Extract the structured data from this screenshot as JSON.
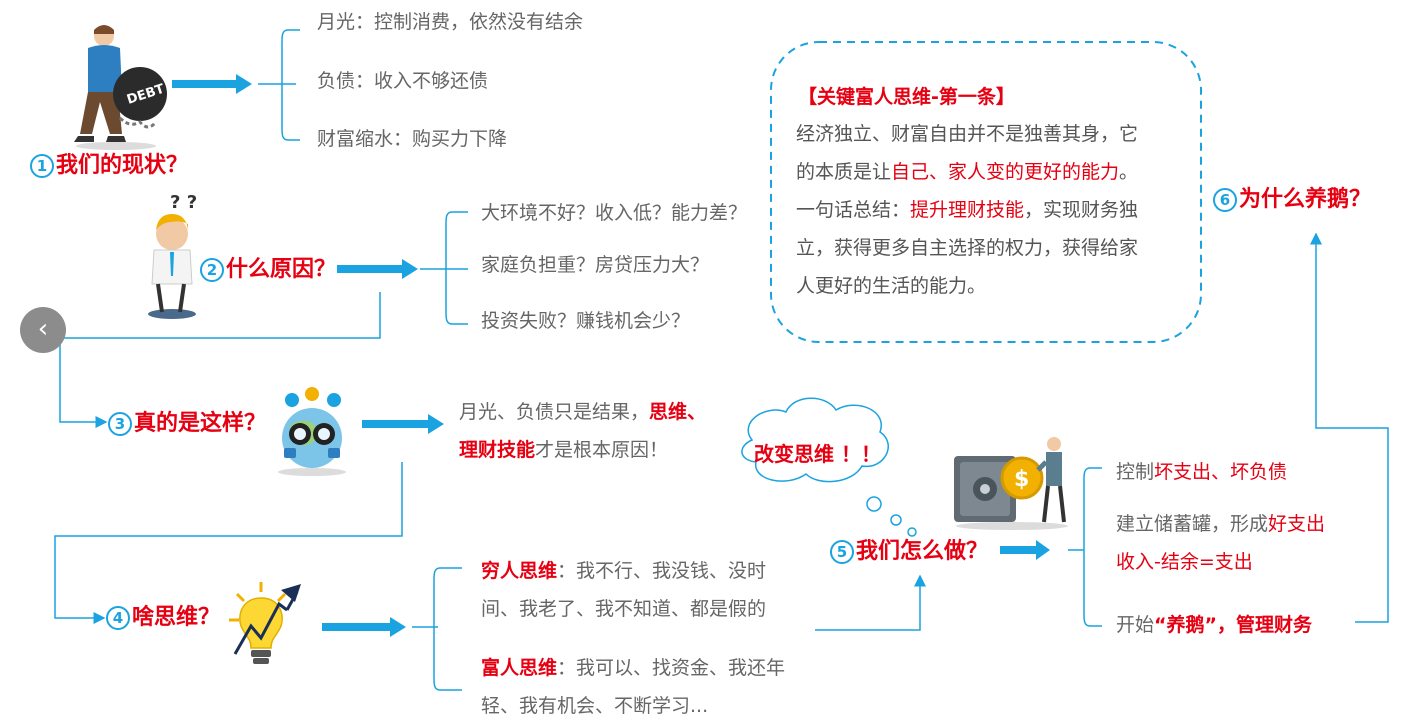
{
  "steps": {
    "s1": {
      "num": "1",
      "label": "我们的现状？"
    },
    "s2": {
      "num": "2",
      "label": "什么原因？"
    },
    "s3": {
      "num": "3",
      "label": "真的是这样？"
    },
    "s4": {
      "num": "4",
      "label": "啥思维？"
    },
    "s5": {
      "num": "5",
      "label": "我们怎么做？"
    },
    "s6": {
      "num": "6",
      "label": "为什么养鹅？"
    }
  },
  "status": {
    "i1": "月光：控制消费，依然没有结余",
    "i2": "负债：收入不够还债",
    "i3": "财富缩水：购买力下降"
  },
  "reasons": {
    "i1": "大环境不好？收入低？能力差？",
    "i2": "家庭负担重？房贷压力大？",
    "i3": "投资失败？赚钱机会少？"
  },
  "truth": {
    "p1": "月光、负债只是结果，",
    "p1_red": "思维、",
    "p2_red": "理财技能",
    "p2": "才是根本原因！"
  },
  "mindset": {
    "poor_label": "穷人思维",
    "poor_line1": "：我不行、我没钱、没时",
    "poor_line2": "间、我老了、我不知道、都是假的",
    "rich_label": "富人思维",
    "rich_line1": "：我可以、找资金、我还年",
    "rich_line2": "轻、我有机会、不断学习..."
  },
  "cloud": {
    "text": "改变思维 ！！"
  },
  "actions": {
    "a1_prefix": "控制",
    "a1_red": "坏支出、坏负债",
    "a2_prefix": "建立储蓄罐，形成",
    "a2_red": "好支出",
    "a2_line2": "收入-结余=支出",
    "a3_prefix": "开始",
    "a3_red": "“养鹅”，管理财务"
  },
  "keybox": {
    "title": "【关键富人思维-第一条】",
    "l1": "经济独立、财富自由并不是独善其身，它",
    "l2_a": "的本质是让",
    "l2_red": "自己、家人变的更好的能力",
    "l2_b": "。",
    "l3_a": "一句话总结：",
    "l3_red": "提升理财技能",
    "l3_b": "，实现财务独",
    "l4": "立，获得更多自主选择的权力，获得给家",
    "l5": "人更好的生活的能力。"
  },
  "illustrations": {
    "debt_ball_text": "DEBT",
    "question_marks": "? ?",
    "coin_symbol": "$"
  },
  "nav": {
    "prev_icon": "‹"
  },
  "colors": {
    "accent": "#1aa3e0",
    "highlight": "#e60012",
    "text": "#666666"
  }
}
